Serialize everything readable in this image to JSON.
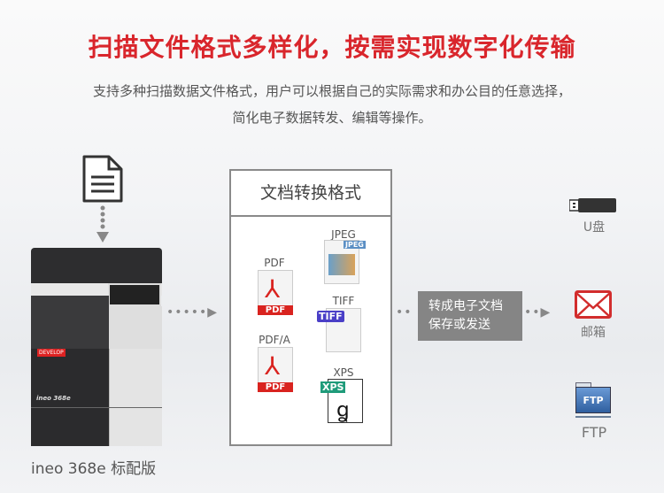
{
  "title": "扫描文件格式多样化，按需实现数字化传输",
  "subtitle": [
    "支持多种扫描数据文件格式，用户可以根据自己的实际需求和办公目的任意选择，",
    "简化电子数据转发、编辑等操作。"
  ],
  "printer": {
    "model_label": "ineo 368e 标配版",
    "brand_badge": "DEVELOP",
    "body_text": "ineo 368e"
  },
  "formats": {
    "title": "文档转换格式",
    "items": [
      {
        "label": "PDF",
        "tag": "PDF"
      },
      {
        "label": "PDF/A",
        "tag": "PDF"
      },
      {
        "label": "JPEG",
        "tag": "JPEG"
      },
      {
        "label": "TIFF",
        "tag": "TIFF"
      },
      {
        "label": "XPS",
        "tag": "XPS"
      }
    ]
  },
  "action": {
    "line1": "转成电子文档",
    "line2": "保存或发送"
  },
  "destinations": [
    {
      "label": "U盘"
    },
    {
      "label": "邮箱"
    },
    {
      "label": "FTP",
      "icon_text": "FTP"
    }
  ],
  "colors": {
    "accent": "#d9262c",
    "pdf": "#d9231f",
    "tiff": "#4a3fc7",
    "xps": "#1f9b7a",
    "jpeg": "#5b8fc4",
    "ftp": "#3f72b3"
  }
}
